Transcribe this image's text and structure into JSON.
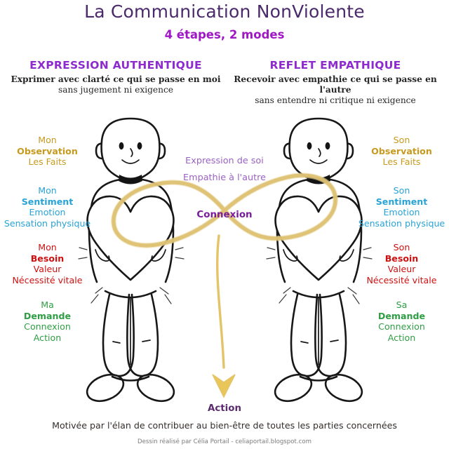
{
  "title": "La Communication NonViolente",
  "subtitle": "4 étapes, 2 modes",
  "colors": {
    "title": "#4b2a6b",
    "subtitle": "#a017c4",
    "heading": "#8d2bcf",
    "observation": "#c79a1e",
    "sentiment": "#29a3d6",
    "besoin": "#cc1111",
    "demande": "#2f9e44",
    "connexion": "#7a1b9a",
    "center_text": "#9a62c4",
    "ribbon": "#ddc071",
    "arrow": "#e9c659",
    "ink": "#171717"
  },
  "columns": {
    "left": {
      "heading": "EXPRESSION AUTHENTIQUE",
      "sub_line1": "Exprimer avec clarté ce qui se passe en moi",
      "sub_line2": "sans jugement ni exigence"
    },
    "right": {
      "heading": "REFLET EMPATHIQUE",
      "sub_line1": "Recevoir avec empathie ce qui se passe en l'autre",
      "sub_line2": "sans entendre ni critique ni exigence"
    }
  },
  "steps_left": [
    {
      "lead": "Mon",
      "key": "Observation",
      "det1": "Les Faits",
      "det2": ""
    },
    {
      "lead": "Mon",
      "key": "Sentiment",
      "det1": "Emotion",
      "det2": "Sensation physique"
    },
    {
      "lead": "Mon",
      "key": "Besoin",
      "det1": "Valeur",
      "det2": "Nécessité vitale"
    },
    {
      "lead": "Ma",
      "key": "Demande",
      "det1": "Connexion",
      "det2": "Action"
    }
  ],
  "steps_right": [
    {
      "lead": "Son",
      "key": "Observation",
      "det1": "Les Faits",
      "det2": ""
    },
    {
      "lead": "Son",
      "key": "Sentiment",
      "det1": "Emotion",
      "det2": "Sensation physique"
    },
    {
      "lead": "Son",
      "key": "Besoin",
      "det1": "Valeur",
      "det2": "Nécessité vitale"
    },
    {
      "lead": "Sa",
      "key": "Demande",
      "det1": "Connexion",
      "det2": "Action"
    }
  ],
  "center": {
    "line1": "Expression de soi",
    "line2": "Empathie à l'autre",
    "connexion": "Connexion",
    "action": "Action"
  },
  "footer": {
    "note": "Motivée par l'élan de contribuer au bien-être de toutes les parties concernées",
    "credit": "Dessin réalisé par Célia Portail - celiaportail.blogspot.com"
  }
}
